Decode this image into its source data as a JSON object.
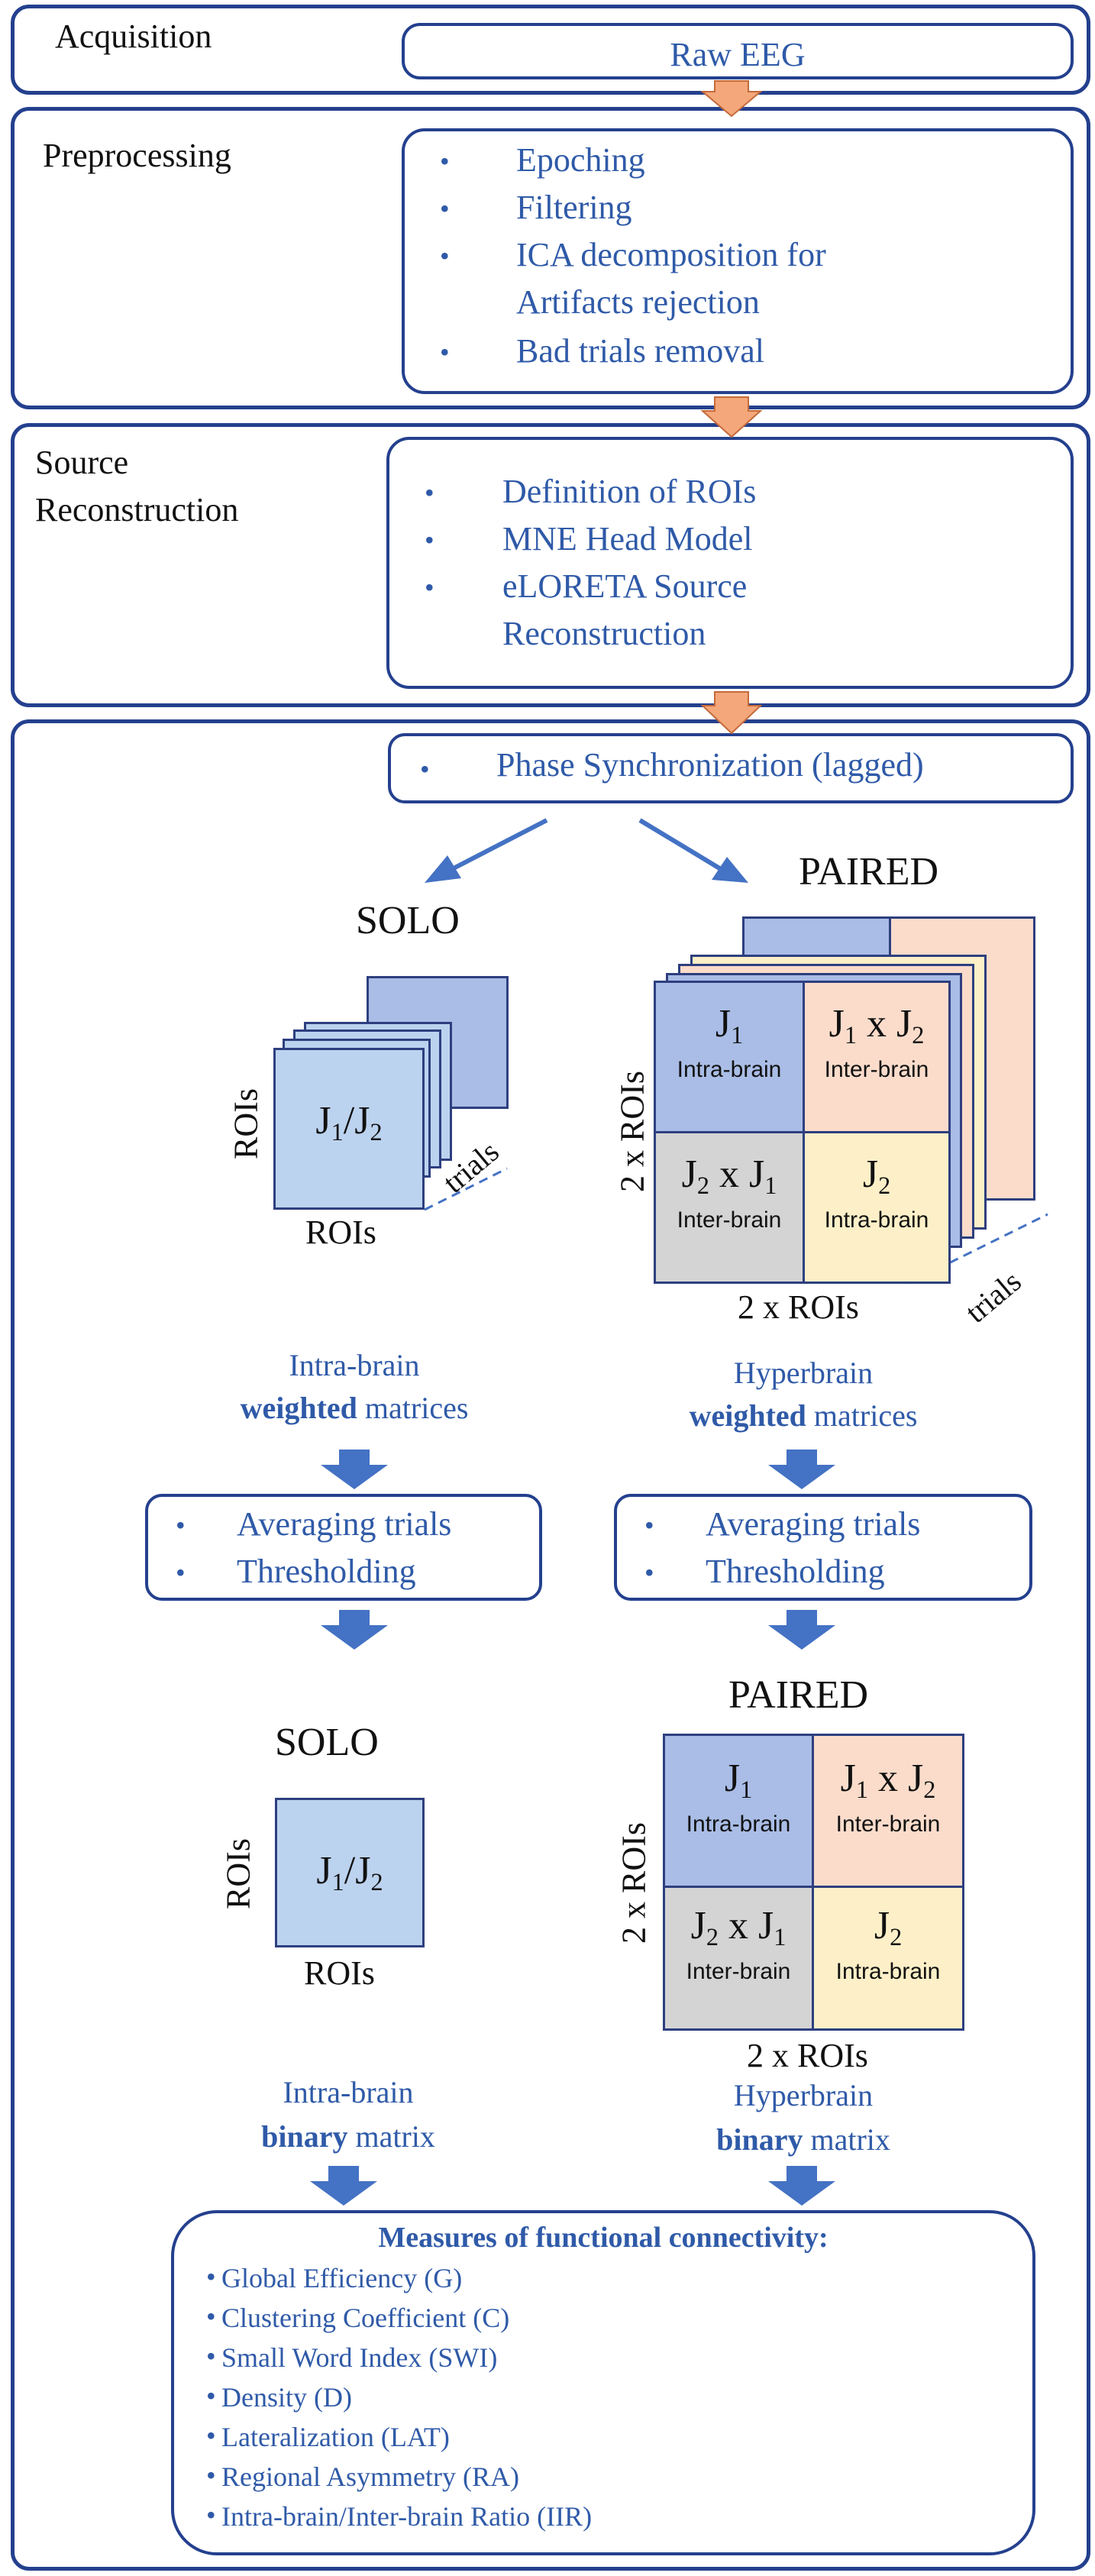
{
  "stages": {
    "acquisition": {
      "title": "Acquisition",
      "items": [
        "Raw EEG"
      ]
    },
    "preprocessing": {
      "title": "Preprocessing",
      "items": [
        "Epoching",
        "Filtering",
        "ICA decomposition for",
        "Artifacts rejection",
        "Bad trials removal"
      ]
    },
    "source": {
      "title_line1": "Source",
      "title_line2": "Reconstruction",
      "items": [
        "Definition of ROIs",
        "MNE Head Model",
        "eLORETA Source",
        "Reconstruction"
      ]
    },
    "connectivity": {
      "items": [
        "Phase Synchronization (lagged)"
      ]
    }
  },
  "solo": {
    "title": "SOLO",
    "matrix_label": "J1/J2",
    "y_label": "ROIs",
    "x_label": "ROIs",
    "depth_label": "trials",
    "weighted_line1": "Intra-brain",
    "weighted_bold": "weighted",
    "weighted_rest": " matrices",
    "steps": [
      "Averaging trials",
      "Thresholding"
    ],
    "title2": "SOLO",
    "binary_line1": "Intra-brain",
    "binary_bold": "binary",
    "binary_rest": " matrix"
  },
  "paired": {
    "title": "PAIRED",
    "cells": [
      {
        "label": "J1",
        "caption": "Intra-brain"
      },
      {
        "label": "J1 x J2",
        "caption": "Inter-brain"
      },
      {
        "label": "J2 x J1",
        "caption": "Inter-brain"
      },
      {
        "label": "J2",
        "caption": "Intra-brain"
      }
    ],
    "y_label": "2 x ROIs",
    "x_label": "2 x ROIs",
    "depth_label": "trials",
    "weighted_line1": "Hyperbrain",
    "weighted_bold": "weighted",
    "weighted_rest": " matrices",
    "steps": [
      "Averaging trials",
      "Thresholding"
    ],
    "title2": "PAIRED",
    "binary_line1": "Hyperbrain",
    "binary_bold": "binary",
    "binary_rest": " matrix"
  },
  "measures": {
    "title": "Measures of functional connectivity:",
    "items": [
      "Global Efficiency (G)",
      "Clustering Coefficient (C)",
      "Small Word Index (SWI)",
      "Density (D)",
      "Lateralization (LAT)",
      "Regional Asymmetry (RA)",
      "Intra-brain/Inter-brain Ratio (IIR)"
    ]
  },
  "colors": {
    "border": "#24408e",
    "text_blue": "#2f5aa8",
    "arrow_orange": "#f4a77a",
    "arrow_blue": "#4472c4",
    "cell_blue": "#a9bde6",
    "cell_peach": "#fbdccb",
    "cell_gray": "#d4d4d4",
    "cell_yellow": "#fdf0c8",
    "solo_fill": "#bcd3ef"
  }
}
